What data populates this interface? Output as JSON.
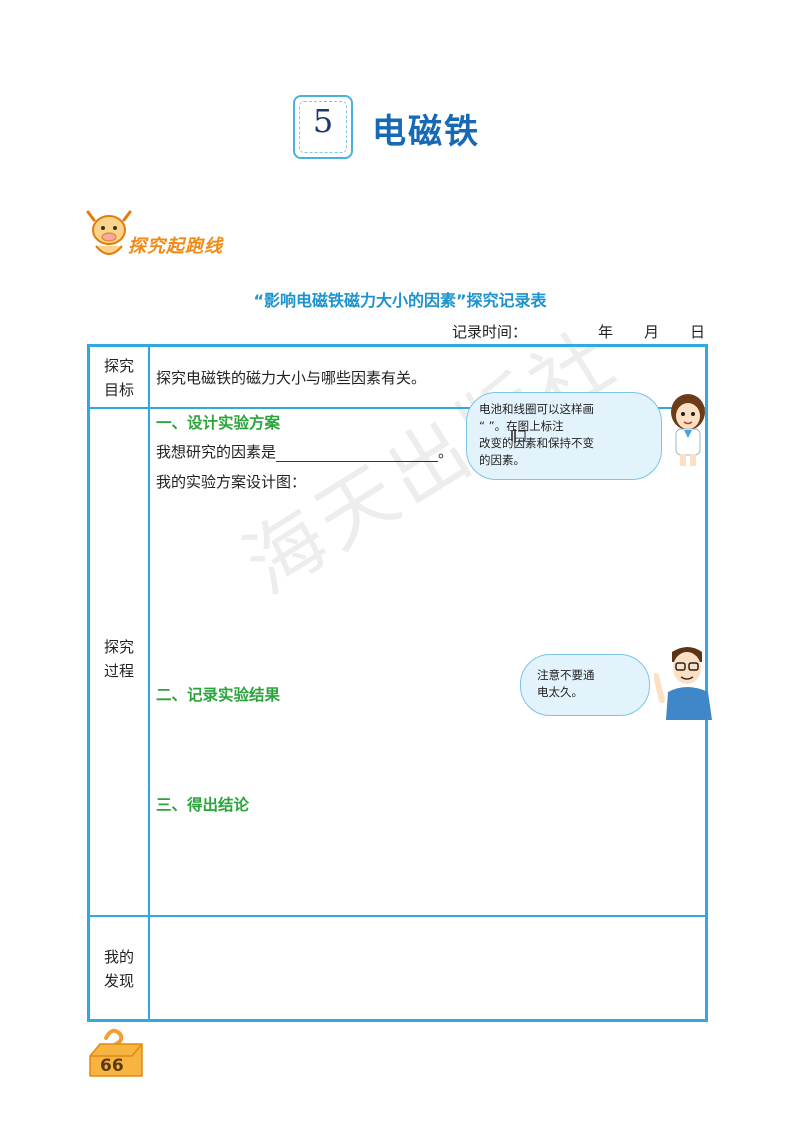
{
  "header": {
    "lesson_number": "5",
    "lesson_title": "电磁铁"
  },
  "section": {
    "label": "探究起跑线"
  },
  "record_table": {
    "title": "“影响电磁铁磁力大小的因素”探究记录表",
    "record_time_label": "记录时间：",
    "year": "年",
    "month": "月",
    "day": "日",
    "rows": {
      "goal_label_1": "探究",
      "goal_label_2": "目标",
      "goal_text": "探究电磁铁的磁力大小与哪些因素有关。",
      "process_label_1": "探究",
      "process_label_2": "过程",
      "step1_heading": "一、设计实验方案",
      "factor_prompt": "我想研究的因素是",
      "factor_end": "。",
      "design_prompt": "我的实验方案设计图：",
      "step2_heading": "二、记录实验结果",
      "step3_heading": "三、得出结论",
      "finding_label_1": "我的",
      "finding_label_2": "发现"
    }
  },
  "bubbles": {
    "girl_tip_line1": "电池和线圈可以这样画",
    "girl_tip_line2": "“ ”。在图上标注",
    "girl_tip_line3": "改变的因素和保持不变",
    "girl_tip_line4": "的因素。",
    "teacher_tip_line1": "注意不要通",
    "teacher_tip_line2": "电太久。"
  },
  "watermark": "海天出版社",
  "footer": {
    "page_number": "66"
  },
  "colors": {
    "title_blue": "#1769b5",
    "table_border": "#31a8e2",
    "heading_green": "#2aa53b",
    "section_orange": "#f08a14"
  }
}
